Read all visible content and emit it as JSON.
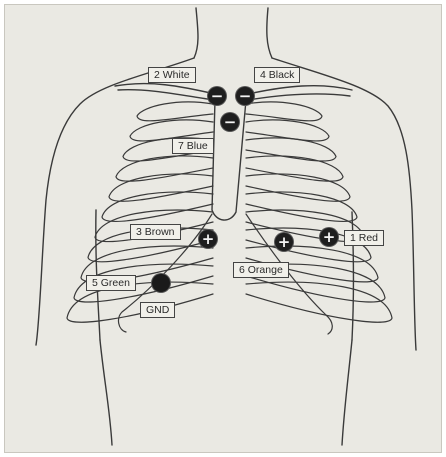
{
  "electrodes": [
    {
      "id": "white",
      "label": "2 White",
      "sign": "−"
    },
    {
      "id": "black",
      "label": "4 Black",
      "sign": "−"
    },
    {
      "id": "blue",
      "label": "7 Blue",
      "sign": "−"
    },
    {
      "id": "brown",
      "label": "3 Brown",
      "sign": "+"
    },
    {
      "id": "orange",
      "label": "6 Orange",
      "sign": "+"
    },
    {
      "id": "red",
      "label": "1 Red",
      "sign": "+"
    },
    {
      "id": "green",
      "label": "5 Green",
      "sign": ""
    }
  ],
  "ground_label": "GND",
  "colors": {
    "background": "#eae9e3",
    "line": "#3a3a3a",
    "electrode": "#1e1e1e"
  }
}
